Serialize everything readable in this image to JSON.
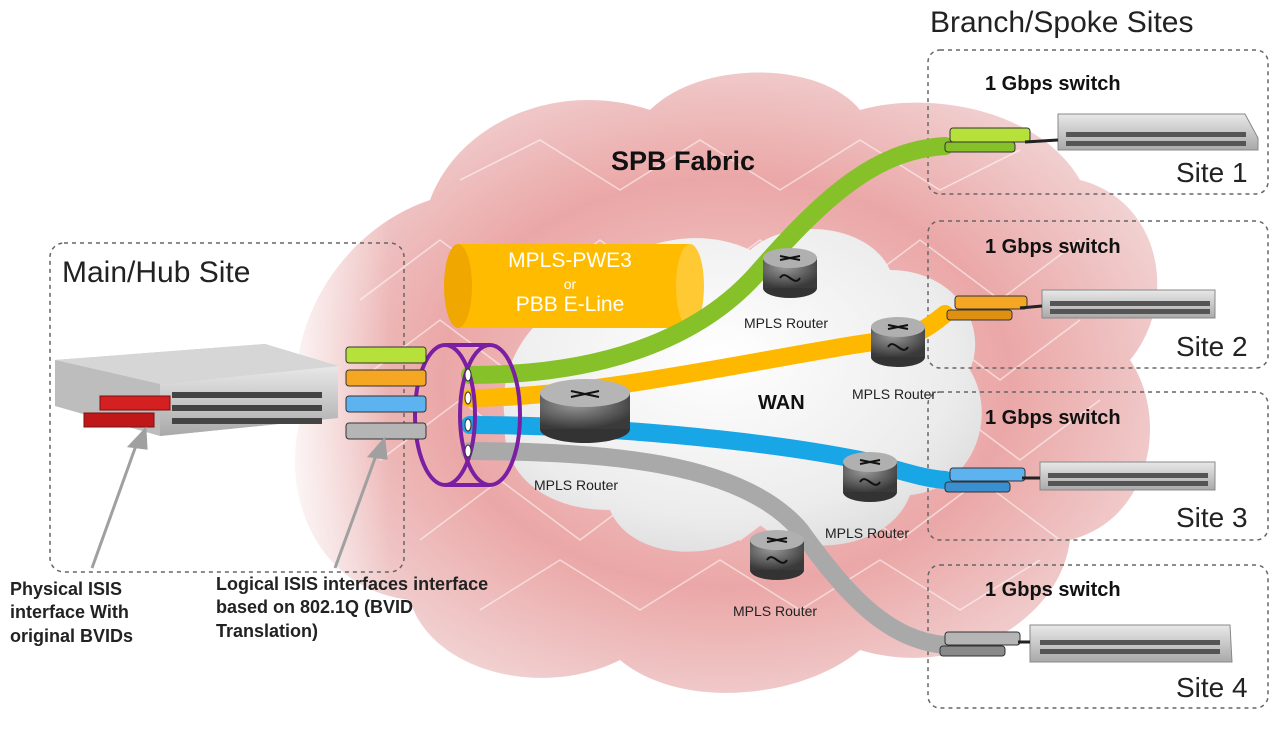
{
  "main_site": {
    "title": "Main/Hub Site"
  },
  "branch": {
    "title": "Branch/Spoke Sites",
    "switch_label": "1 Gbps switch",
    "sites": [
      "Site 1",
      "Site 2",
      "Site 3",
      "Site 4"
    ]
  },
  "cloud": {
    "fabric_label": "SPB Fabric",
    "wan_label": "WAN"
  },
  "tunnel": {
    "line1": "MPLS-PWE3",
    "line2": "or",
    "line3": "PBB E-Line"
  },
  "router_label": "MPLS Router",
  "annotations": {
    "physical": "Physical ISIS interface With original BVIDs",
    "logical": "Logical ISIS interfaces interface based on 802.1Q (BVID Translation)"
  },
  "colors": {
    "green": "#86c12a",
    "orange": "#ffb800",
    "blue": "#19a6e6",
    "gray": "#a9a9a9",
    "purple": "#7a1fa2",
    "red": "#d42020",
    "cloud": "#e9a3a3"
  }
}
